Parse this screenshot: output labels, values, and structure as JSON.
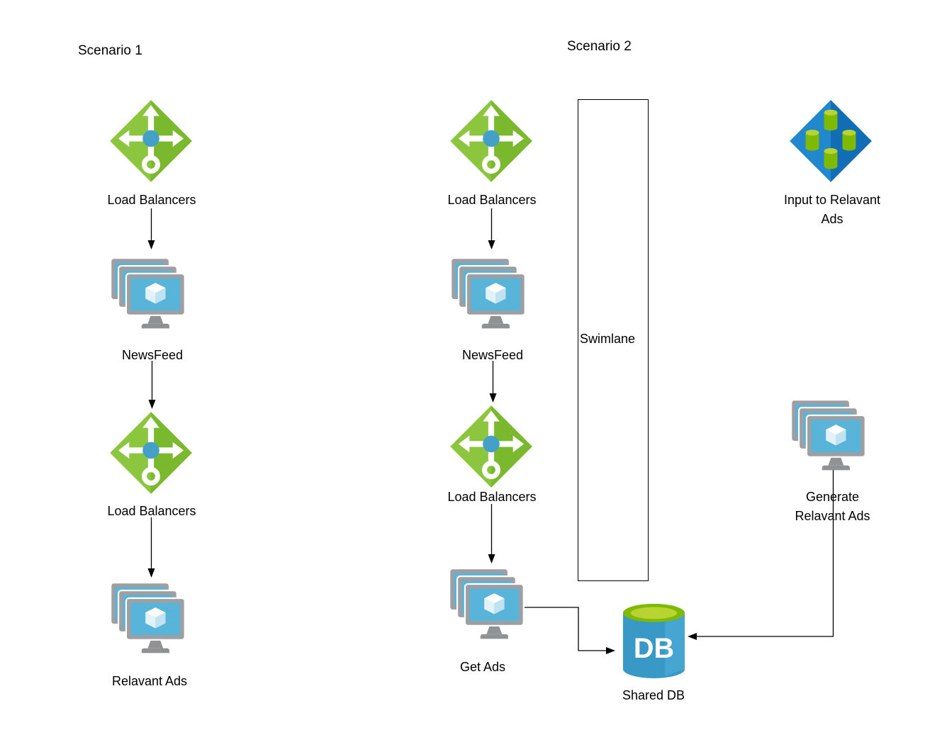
{
  "scenario1": {
    "title": "Scenario 1",
    "load_balancers_1": "Load Balancers",
    "newsfeed": "NewsFeed",
    "load_balancers_2": "Load Balancers",
    "relavant_ads": "Relavant Ads"
  },
  "scenario2": {
    "title": "Scenario 2",
    "load_balancers_1": "Load Balancers",
    "newsfeed": "NewsFeed",
    "load_balancers_2": "Load Balancers",
    "get_ads": "Get Ads",
    "swimlane": "Swimlane",
    "shared_db": "Shared DB",
    "db_text": "DB",
    "input_to_relavant_ads": "Input to Relavant Ads",
    "generate_relavant_ads": "Generate Relavant Ads"
  },
  "icons": {
    "load-balancer-icon": "green diamond with white directional arrows and blue hub",
    "server-stack-icon": "three stacked monitors with cube on screen",
    "input-data-icon": "blue diamond with four green data cylinders",
    "database-icon": "blue cylinder with green top labeled DB"
  },
  "colors": {
    "load_balancer_green": "#8cc63e",
    "load_balancer_green_dark": "#7ab82d",
    "hub_blue": "#45a0c8",
    "monitor_frame_gray": "#9d9fa2",
    "screen_blue": "#59b4d9",
    "input_diamond_blue": "#2188cd",
    "input_diamond_blue_dark": "#116db6",
    "cylinder_green": "#7fba00",
    "cylinder_top_green": "#b8d432",
    "db_blue": "#3999c6",
    "db_blue_light": "#56b2de",
    "connector_black": "#000000"
  }
}
